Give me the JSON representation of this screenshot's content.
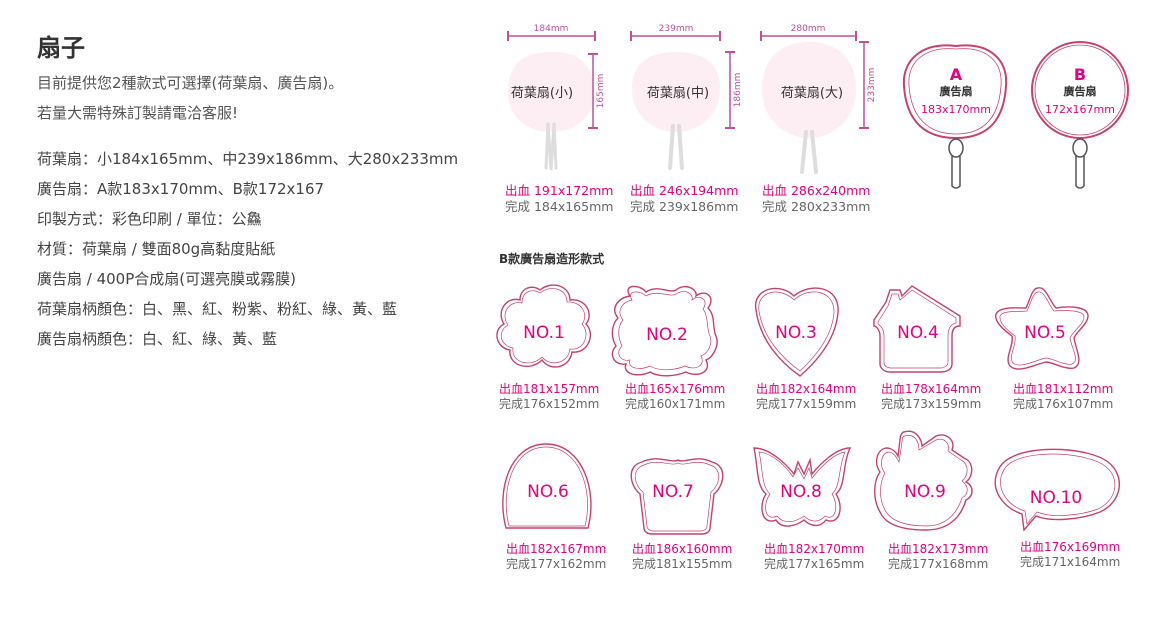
{
  "page": {
    "title": "扇子",
    "intro": [
      "目前提供您2種款式可選擇(荷葉扇、廣告扇)。",
      "若量大需特殊訂製請電洽客服!"
    ],
    "specs": [
      "荷葉扇：小184x165mm、中239x186mm、大280x233mm",
      "廣告扇：A款183x170mm、B款172x167",
      "印製方式：彩色印刷  / 單位：公鱻",
      "材質：荷葉扇 / 雙面80g高黏度貼紙",
      "廣告扇 / 400P合成扇(可選亮膜或霧膜)",
      "荷葉扇柄顏色：白、黑、紅、粉紫、粉紅、綠、黃、藍",
      "廣告扇柄顏色：白、紅、綠、黃、藍"
    ]
  },
  "lotus": [
    {
      "name": "荷葉扇(小)",
      "width": "184mm",
      "height": "165mm",
      "bleed": "出血 191x172mm",
      "finish": "完成 184x165mm"
    },
    {
      "name": "荷葉扇(中)",
      "width": "239mm",
      "height": "186mm",
      "bleed": "出血 246x194mm",
      "finish": "完成 239x186mm"
    },
    {
      "name": "荷葉扇(大)",
      "width": "280mm",
      "height": "233mm",
      "bleed": "出血 286x240mm",
      "finish": "完成 280x233mm"
    }
  ],
  "ad_fans": [
    {
      "letter": "A",
      "name": "廣告扇",
      "size": "183x170mm"
    },
    {
      "letter": "B",
      "name": "廣告扇",
      "size": "172x167mm"
    }
  ],
  "section_title": "B款廣告扇造形款式",
  "shapes": [
    {
      "label": "NO.1",
      "bleed": "出血181x157mm",
      "finish": "完成176x152mm"
    },
    {
      "label": "NO.2",
      "bleed": "出血165x176mm",
      "finish": "完成160x171mm"
    },
    {
      "label": "NO.3",
      "bleed": "出血182x164mm",
      "finish": "完成177x159mm"
    },
    {
      "label": "NO.4",
      "bleed": "出血178x164mm",
      "finish": "完成173x159mm"
    },
    {
      "label": "NO.5",
      "bleed": "出血181x112mm",
      "finish": "完成176x107mm"
    },
    {
      "label": "NO.6",
      "bleed": "出血182x167mm",
      "finish": "完成177x162mm"
    },
    {
      "label": "NO.7",
      "bleed": "出血186x160mm",
      "finish": "完成181x155mm"
    },
    {
      "label": "NO.8",
      "bleed": "出血182x170mm",
      "finish": "完成177x165mm"
    },
    {
      "label": "NO.9",
      "bleed": "出血182x173mm",
      "finish": "完成177x168mm"
    },
    {
      "label": "NO.10",
      "bleed": "出血176x169mm",
      "finish": "完成171x164mm"
    }
  ],
  "colors": {
    "accent": "#e4007f",
    "lotus_fill": "#fdeef4",
    "outline": "#c8406d"
  }
}
